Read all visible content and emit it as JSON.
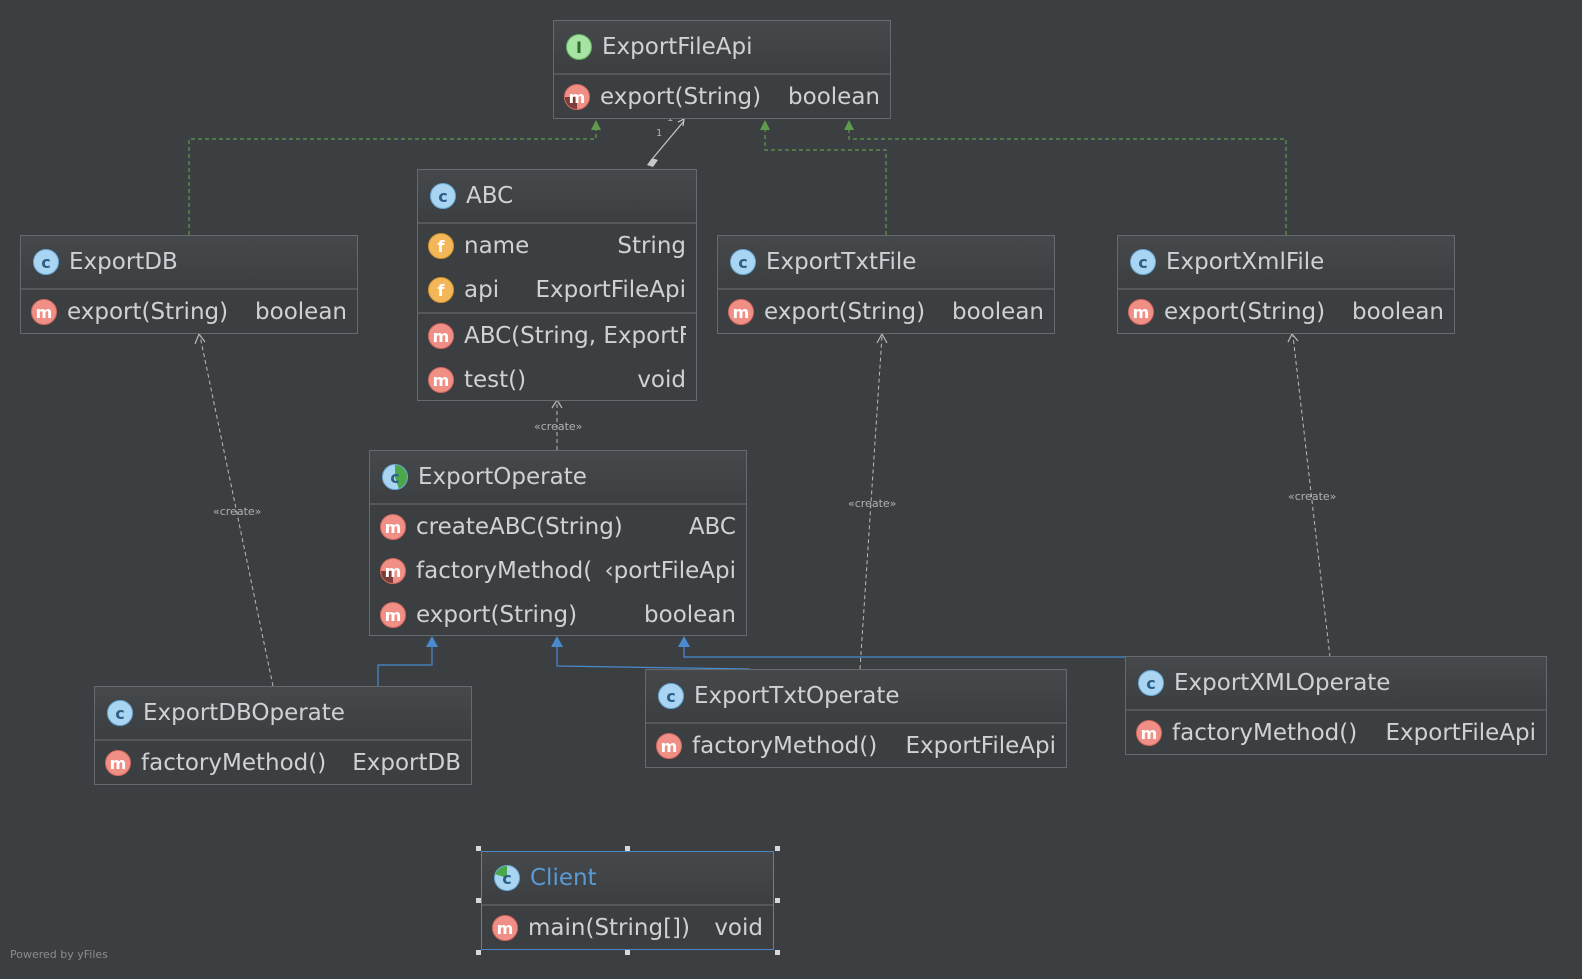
{
  "nodes": {
    "export_file_api": {
      "kind": "I",
      "title": "ExportFileApi",
      "rows": [
        {
          "icon": "m",
          "name": "export(String)",
          "type": "boolean"
        }
      ]
    },
    "abc": {
      "kind": "C",
      "title": "ABC",
      "rows": [
        {
          "icon": "f",
          "name": "name",
          "type": "String"
        },
        {
          "icon": "f",
          "name": "api",
          "type": "ExportFileApi"
        },
        {
          "icon": "m",
          "name": "ABC(String, ExportFil",
          "type": ""
        },
        {
          "icon": "m",
          "name": "test()",
          "type": "void"
        }
      ]
    },
    "export_db": {
      "kind": "C",
      "title": "ExportDB",
      "rows": [
        {
          "icon": "m",
          "name": "export(String)",
          "type": "boolean"
        }
      ]
    },
    "export_txt_file": {
      "kind": "C",
      "title": "ExportTxtFile",
      "rows": [
        {
          "icon": "m",
          "name": "export(String)",
          "type": "boolean"
        }
      ]
    },
    "export_xml_file": {
      "kind": "C",
      "title": "ExportXmlFile",
      "rows": [
        {
          "icon": "m",
          "name": "export(String)",
          "type": "boolean"
        }
      ]
    },
    "export_operate": {
      "kind": "C",
      "title": "ExportOperate",
      "rows": [
        {
          "icon": "m",
          "name": "createABC(String)",
          "type": "ABC"
        },
        {
          "icon": "m",
          "name": "factoryMethod()",
          "type": "‹portFileApi"
        },
        {
          "icon": "m",
          "name": "export(String)",
          "type": "boolean"
        }
      ]
    },
    "export_db_operate": {
      "kind": "C",
      "title": "ExportDBOperate",
      "rows": [
        {
          "icon": "m",
          "name": "factoryMethod()",
          "type": "ExportDB"
        }
      ]
    },
    "export_txt_operate": {
      "kind": "C",
      "title": "ExportTxtOperate",
      "rows": [
        {
          "icon": "m",
          "name": "factoryMethod()",
          "type": "ExportFileApi"
        }
      ]
    },
    "export_xml_operate": {
      "kind": "C",
      "title": "ExportXMLOperate",
      "rows": [
        {
          "icon": "m",
          "name": "factoryMethod()",
          "type": "ExportFileApi"
        }
      ]
    },
    "client": {
      "kind": "C",
      "title": "Client",
      "rows": [
        {
          "icon": "m",
          "name": "main(String[])",
          "type": "void"
        }
      ]
    }
  },
  "edge_labels": {
    "create": "«create»",
    "multiplicity_one": "1"
  },
  "colors": {
    "background": "#3c3f41",
    "realization": "#5f9a4b",
    "inheritance": "#4a8ad0",
    "dependency": "#b9b9b9",
    "selected_title": "#5b9bd5"
  },
  "footer": {
    "watermark": "Powered by yFiles"
  }
}
